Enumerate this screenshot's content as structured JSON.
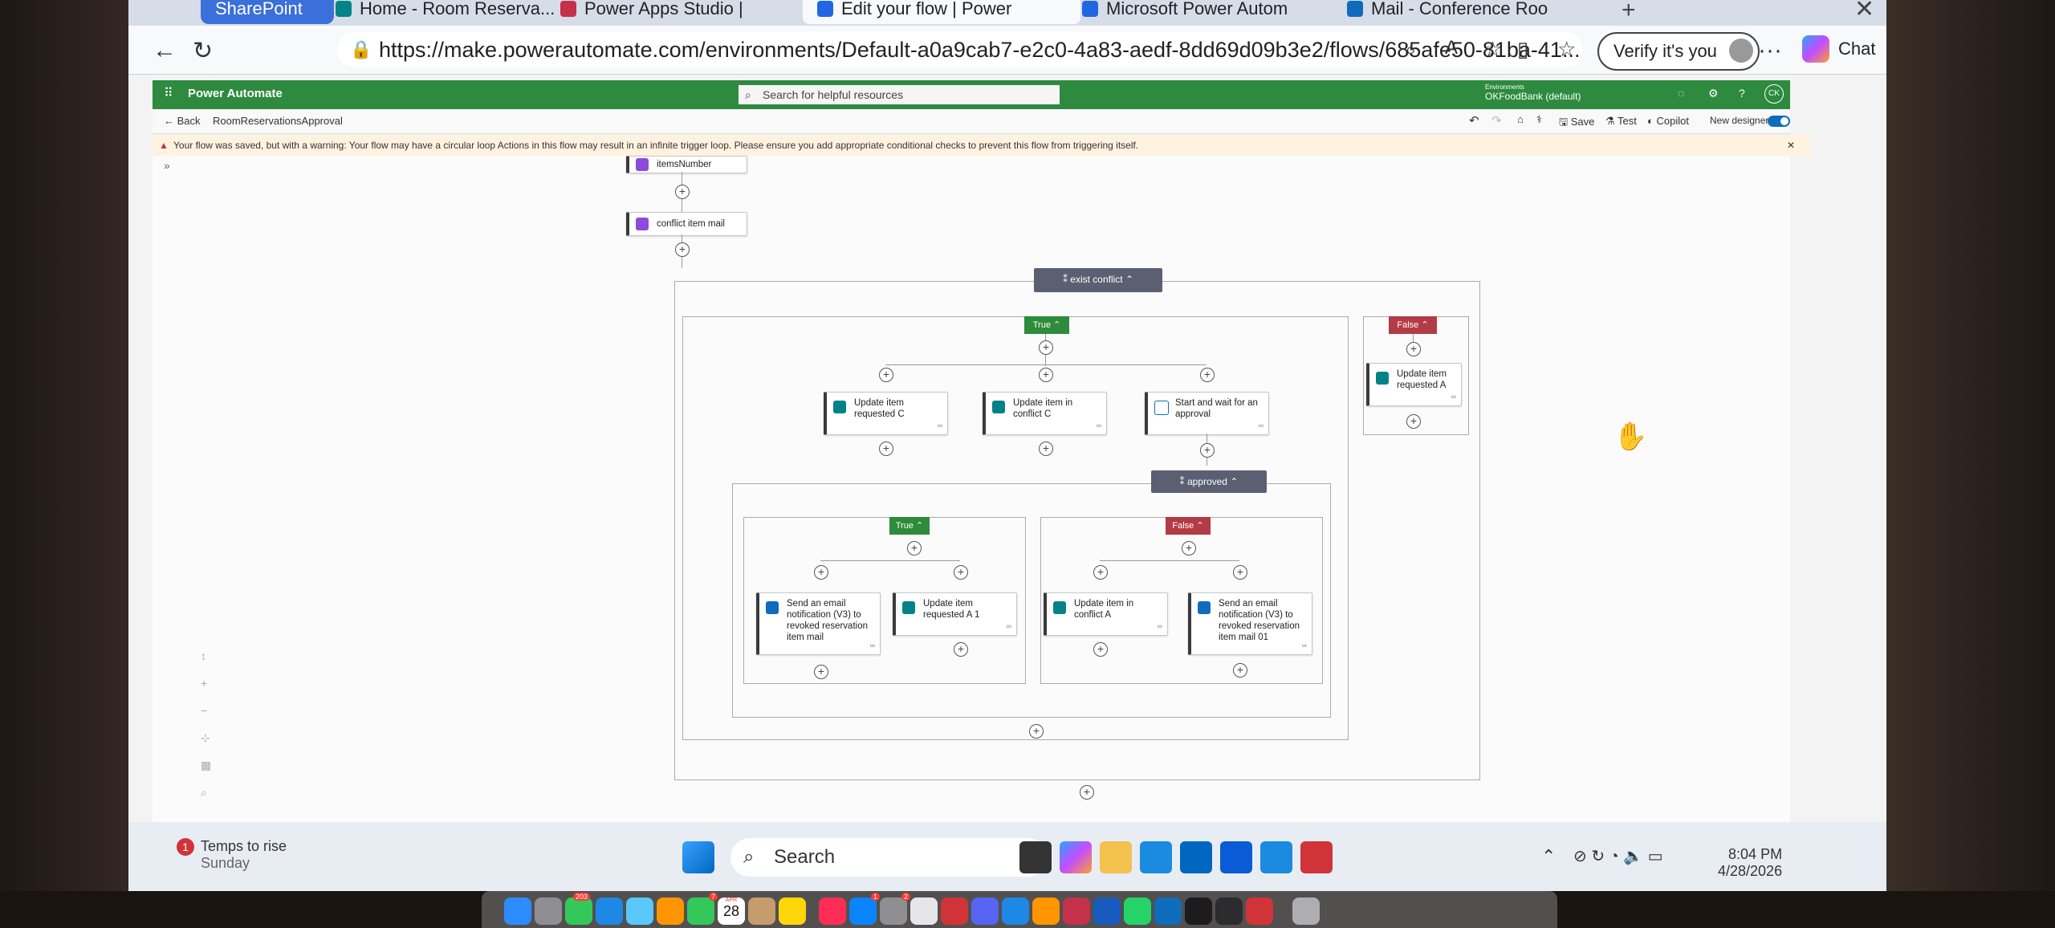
{
  "browser": {
    "tabs": [
      {
        "label": "SharePoint",
        "icon": "sharepoint-icon"
      },
      {
        "label": "Home - Room Reserva...",
        "icon": "sharepoint-icon"
      },
      {
        "label": "Power Apps Studio |",
        "icon": "powerapps-icon"
      },
      {
        "label": "Edit your flow | Power",
        "icon": "powerautomate-icon"
      },
      {
        "label": "Microsoft Power Autom",
        "icon": "powerautomate-icon"
      },
      {
        "label": "Mail - Conference Roo",
        "icon": "outlook-icon"
      }
    ],
    "url": "https://make.powerautomate.com/environments/Default-a0a9cab7-e2c0-4a83-aedf-8dd69d09b3e2/flows/685afe50-81ba-41...",
    "verify_label": "Verify it's you",
    "chat_label": "Chat"
  },
  "pa": {
    "app_title": "Power Automate",
    "search_placeholder": "Search for helpful resources",
    "env_caption": "Environments",
    "env_name": "OKFoodBank (default)",
    "avatar": "CK",
    "back_label": "Back",
    "flow_name": "RoomReservationsApproval",
    "save_label": "Save",
    "test_label": "Test",
    "copilot_label": "Copilot",
    "new_designer_label": "New designer",
    "warning": "Your flow was saved, but with a warning: Your flow may have a circular loop Actions in this flow may result in an infinite trigger loop. Please ensure you add appropriate conditional checks to prevent this flow from triggering itself."
  },
  "flow": {
    "items_number": "itemsNumber",
    "conflict_item_mail": "conflict item mail",
    "exist_conflict": "exist conflict",
    "true_label": "True",
    "false_label": "False",
    "update_item_requested_c": "Update item requested C",
    "update_item_in_conflict_c": "Update item in conflict C",
    "start_and_wait": "Start and wait for an approval",
    "update_item_requested_a": "Update item requested A",
    "approved": "approved",
    "send_email_revoked": "Send an email notification (V3) to revoked reservation item mail",
    "update_item_requested_a1": "Update item requested A 1",
    "update_item_in_conflict_a": "Update item in conflict A",
    "send_email_revoked_01": "Send an email notification (V3) to revoked reservation item mail 01"
  },
  "taskbar": {
    "weather_title": "Temps to rise",
    "weather_sub": "Sunday",
    "weather_badge": "1",
    "search_label": "Search",
    "time": "8:04 PM",
    "date": "4/28/2026"
  },
  "dock": {
    "calendar_month": "APR",
    "calendar_day": "28",
    "messages_badge": "203",
    "facetime_badge": "7",
    "appstore_badge": "1",
    "settings_badge": "2"
  },
  "colors": {
    "pa_green": "#2d8a3e",
    "true_green": "#2e8b3b",
    "false_red": "#b33b45",
    "control_gray": "#5a5f72"
  }
}
